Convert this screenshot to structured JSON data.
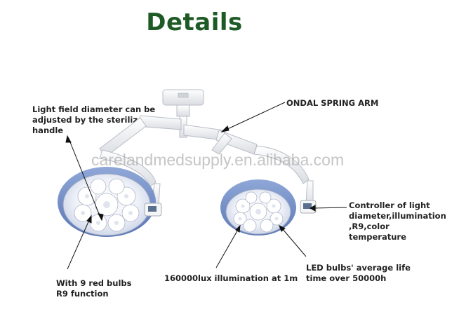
{
  "title": "Details",
  "watermark": "carelandmedsupply.en.alibaba.com",
  "callouts": {
    "arm": "ONDAL SPRING ARM",
    "handle": [
      "Light field diameter can be",
      "adjusted by the sterilized",
      "handle"
    ],
    "bulbs": [
      "With 9 red bulbs",
      "R9 function"
    ],
    "illumination": "160000lux illumination at 1m",
    "life": [
      "LED bulbs' average life",
      "time over 50000h"
    ],
    "controller": [
      "Controller of light",
      "diameter,illumination",
      ",R9,color",
      "temperature"
    ]
  },
  "colors": {
    "title": "#1e5a26",
    "ring": "#6f8fc9",
    "arrow": "#111111"
  }
}
